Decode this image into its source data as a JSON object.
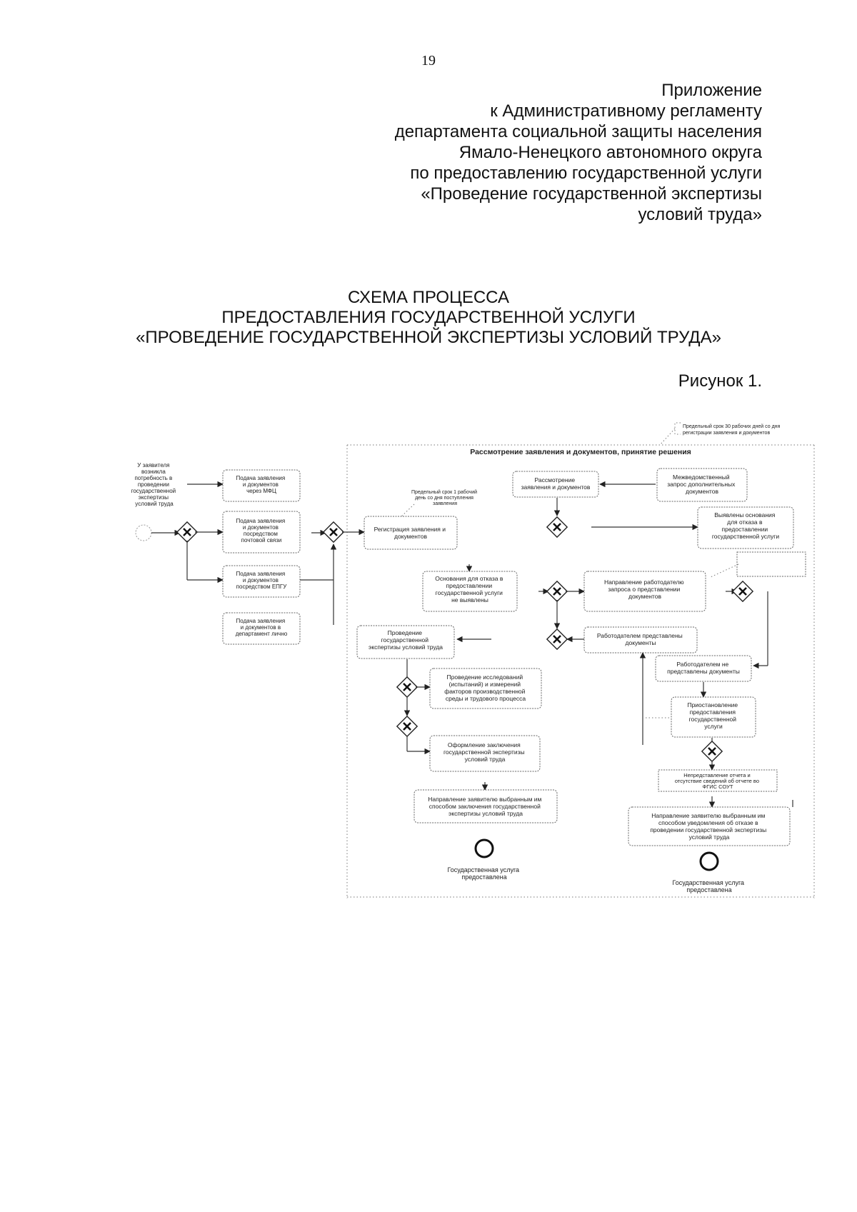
{
  "page_number": "19",
  "appendix": {
    "lines": [
      "Приложение",
      "к Административному регламенту",
      "департамента социальной защиты населения",
      "Ямало-Ненецкого автономного округа",
      "по предоставлению государственной услуги",
      "«Проведение государственной экспертизы",
      "условий труда»"
    ]
  },
  "title": {
    "lines": [
      "СХЕМА ПРОЦЕССА",
      "ПРЕДОСТАВЛЕНИЯ ГОСУДАРСТВЕННОЙ УСЛУГИ",
      "«ПРОВЕДЕНИЕ ГОСУДАРСТВЕННОЙ ЭКСПЕРТИЗЫ УСЛОВИЙ ТРУДА»"
    ]
  },
  "figure_label": "Рисунок 1.",
  "diagram": {
    "pool_title": "Рассмотрение заявления и документов, принятие решения",
    "note_top": [
      "Предельный срок 30 рабочих дней со дня",
      "регистрации заявления и документов"
    ],
    "note_registration": [
      "Предельный срок 1 рабочий",
      "день со дня поступления",
      "заявления"
    ],
    "start_text": [
      "У заявителя",
      "возникла",
      "потребность в",
      "проведении",
      "государственной",
      "экспертизы",
      "условий труда"
    ],
    "submit_mfc": [
      "Подача заявления",
      "и документов",
      "через МФЦ"
    ],
    "submit_post": [
      "Подача заявления",
      "и документов",
      "посредством",
      "почтовой связи"
    ],
    "submit_epgu": [
      "Подача заявления",
      "и документов",
      "посредством ЕПГУ"
    ],
    "submit_personal": [
      "Подача заявления",
      "и документов в",
      "департамент лично"
    ],
    "registration": [
      "Регистрация заявления и",
      "документов"
    ],
    "review": [
      "Рассмотрение",
      "заявления и документов"
    ],
    "interagency": [
      "Межведомственный",
      "запрос дополнительных",
      "документов"
    ],
    "refusal_found": [
      "Выявлены основания",
      "для отказа в",
      "предоставлении",
      "государственной услуги"
    ],
    "no_refusal": [
      "Основания для отказа в",
      "предоставлении",
      "государственной услуги",
      "не выявлены"
    ],
    "employer_request": [
      "Направление работодателю",
      "запроса о представлении",
      "документов"
    ],
    "employer_provided": [
      "Работодателем представлены",
      "документы"
    ],
    "employer_not_provided": [
      "Работодателем не",
      "представлены документы"
    ],
    "conduct_expertise": [
      "Проведение",
      "государственной",
      "экспертизы условий труда"
    ],
    "research": [
      "Проведение исследований",
      "(испытаний) и измерений",
      "факторов производственной",
      "среды и трудового процесса"
    ],
    "suspension": [
      "Приостановление",
      "предоставления",
      "государственной",
      "услуги"
    ],
    "issue_conclusion": [
      "Оформление заключения",
      "государственной экспертизы",
      "условий труда"
    ],
    "report_absent": [
      "Непредставление отчета и",
      "отсутствие сведений об отчете во",
      "ФГИС СОУТ"
    ],
    "send_conclusion": [
      "Направление заявителю выбранным им",
      "способом заключения государственной",
      "экспертизы условий труда"
    ],
    "send_refusal": [
      "Направление заявителю выбранным им",
      "способом уведомления об отказе в",
      "проведении государственной экспертизы",
      "условий труда"
    ],
    "end_left": [
      "Государственная услуга",
      "предоставлена"
    ],
    "end_right": [
      "Государственная услуга",
      "предоставлена"
    ]
  }
}
